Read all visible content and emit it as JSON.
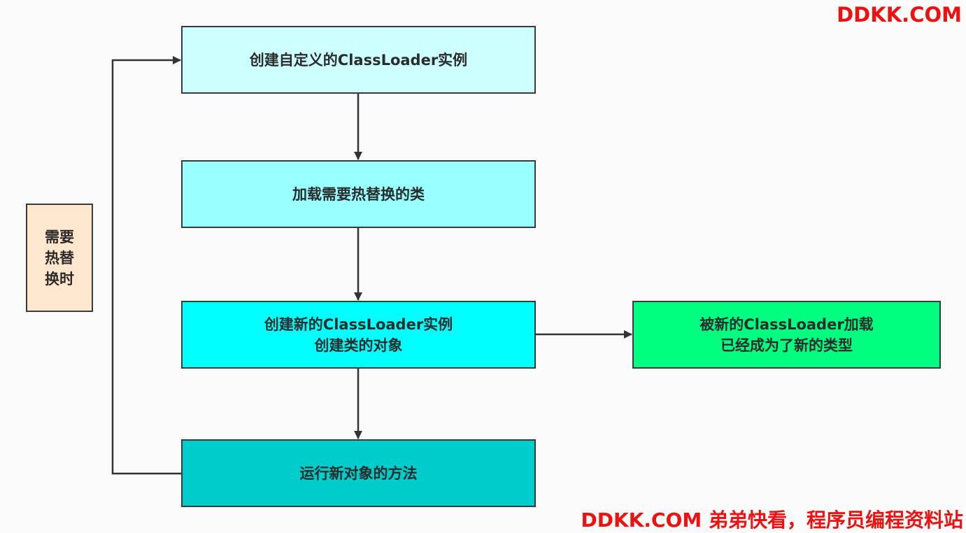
{
  "watermark_top": "DDKK.COM",
  "watermark_bottom": "DDKK.COM 弟弟快看，程序员编程资料站",
  "nodes": {
    "create_loader": {
      "text": "创建自定义的ClassLoader实例",
      "fill": "#ccffff"
    },
    "load_class": {
      "text": "加载需要热替换的类",
      "fill": "#99ffff"
    },
    "create_new": {
      "line1": "创建新的ClassLoader实例",
      "line2": "创建类的对象",
      "fill": "#00ffff"
    },
    "run_method": {
      "text": "运行新对象的方法",
      "fill": "#00cccc"
    },
    "new_type": {
      "line1": "被新的ClassLoader加载",
      "line2": "已经成为了新的类型",
      "fill": "#00ff80"
    },
    "hot_swap_trigger": {
      "line1": "需要",
      "line2": "热替",
      "line3": "换时",
      "fill": "#ffe6cc"
    }
  },
  "colors": {
    "background": "#fafafa",
    "edge": "#333333",
    "watermark": "#ee1111"
  }
}
